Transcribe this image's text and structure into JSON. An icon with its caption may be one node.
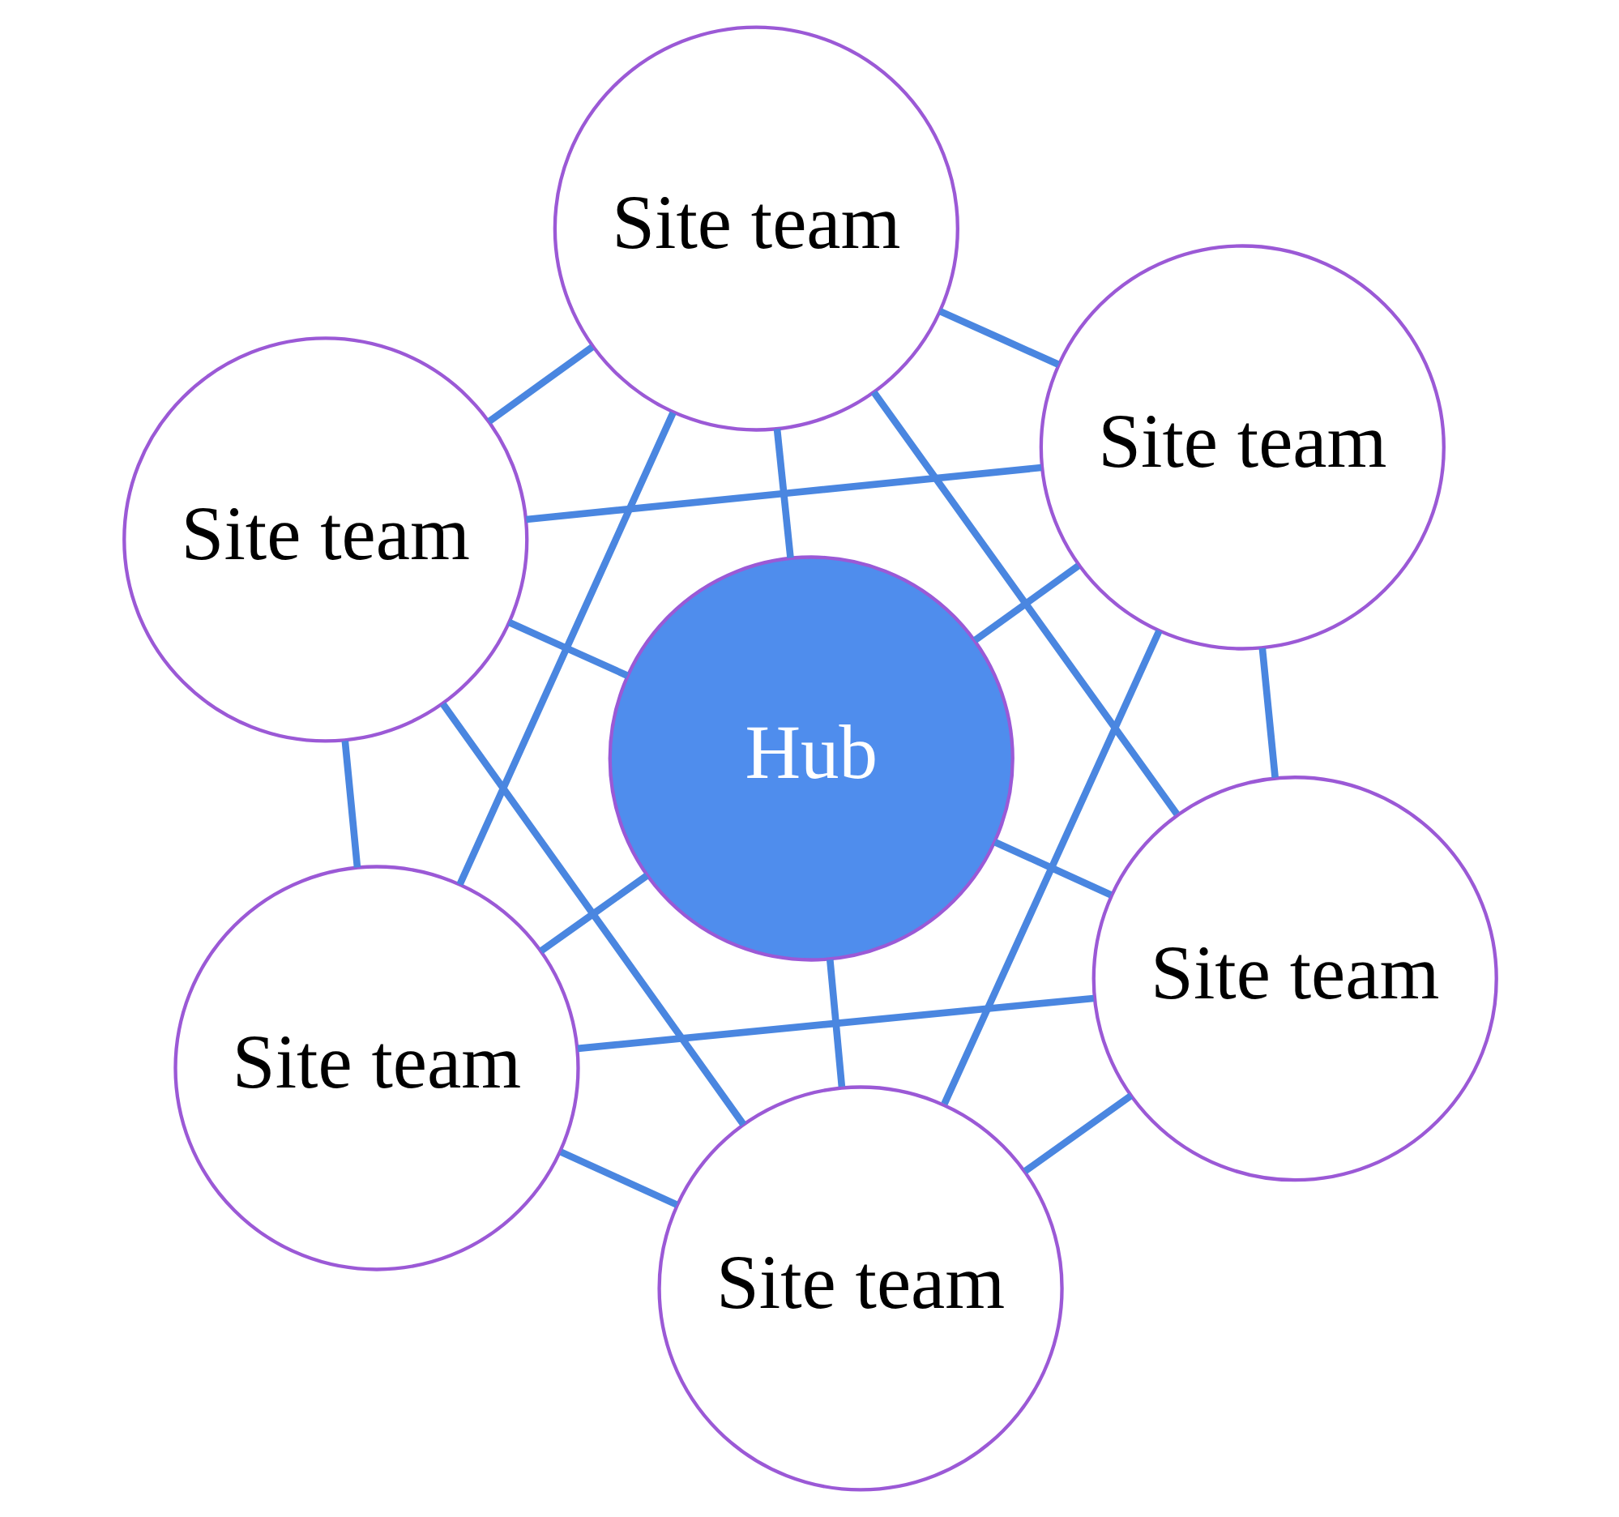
{
  "diagram": {
    "nodes": [
      {
        "text": [
          "Site team"
        ]
      },
      {
        "text": [
          "Site team"
        ]
      },
      {
        "text": [
          "Site team"
        ]
      },
      {
        "text": [
          "Hub"
        ]
      },
      {
        "text": [
          "Site team"
        ]
      },
      {
        "text": [
          "Site team"
        ]
      },
      {
        "text": [
          "Site team"
        ]
      }
    ],
    "edges": [
      {
        "from": 0,
        "to": 1,
        "arrow": "none"
      },
      {
        "from": 0,
        "to": 2,
        "arrow": "none"
      },
      {
        "from": 1,
        "to": 4,
        "arrow": "none"
      },
      {
        "from": 2,
        "to": 5,
        "arrow": "none"
      },
      {
        "from": 4,
        "to": 6,
        "arrow": "none"
      },
      {
        "from": 5,
        "to": 6,
        "arrow": "none"
      },
      {
        "from": 1,
        "to": 2,
        "arrow": "none"
      },
      {
        "from": 4,
        "to": 5,
        "arrow": "none"
      },
      {
        "from": 0,
        "to": 4,
        "arrow": "none"
      },
      {
        "from": 0,
        "to": 5,
        "arrow": "none"
      },
      {
        "from": 1,
        "to": 6,
        "arrow": "none"
      },
      {
        "from": 2,
        "to": 6,
        "arrow": "none"
      },
      {
        "from": 0,
        "to": 3,
        "arrow": "none"
      },
      {
        "from": 1,
        "to": 3,
        "arrow": "none"
      },
      {
        "from": 2,
        "to": 3,
        "arrow": "none"
      },
      {
        "from": 4,
        "to": 3,
        "arrow": "none"
      },
      {
        "from": 5,
        "to": 3,
        "arrow": "none"
      },
      {
        "from": 6,
        "to": 3,
        "arrow": "none"
      }
    ]
  }
}
